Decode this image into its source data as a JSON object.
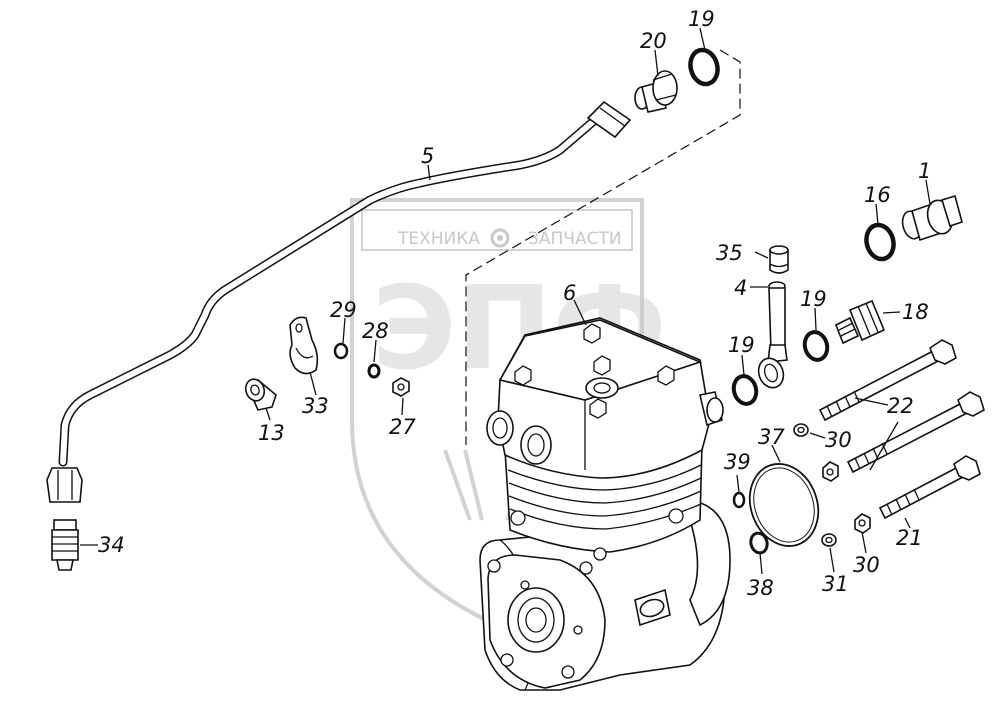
{
  "watermark": {
    "top_text_left": "ТЕХНИКА",
    "top_text_right": "ЗАПЧАСТИ",
    "gear_icon": "gear-icon",
    "letters": "ЭПФ"
  },
  "callouts": {
    "c1": "1",
    "c4": "4",
    "c5": "5",
    "c6": "6",
    "c13": "13",
    "c16": "16",
    "c18": "18",
    "c19a": "19",
    "c19b": "19",
    "c19c": "19",
    "c20": "20",
    "c21": "21",
    "c22": "22",
    "c27": "27",
    "c28": "28",
    "c29": "29",
    "c30a": "30",
    "c30b": "30",
    "c31": "31",
    "c33": "33",
    "c34": "34",
    "c35": "35",
    "c37": "37",
    "c38": "38",
    "c39": "39"
  }
}
